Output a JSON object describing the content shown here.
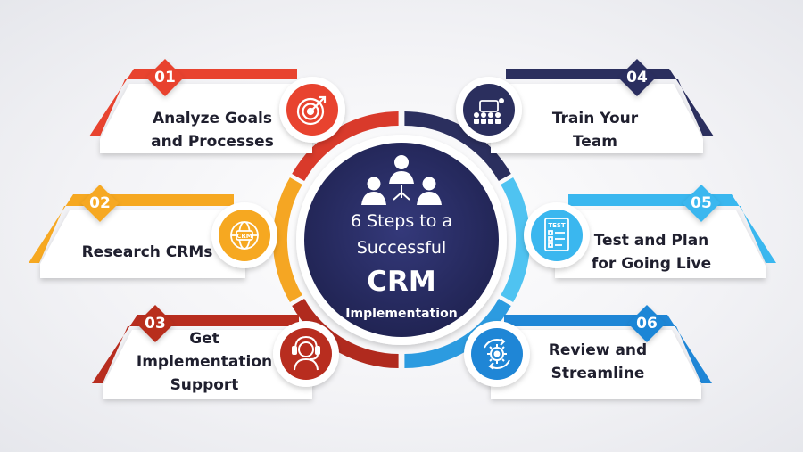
{
  "title": {
    "line1": "6 Steps to a",
    "line2": "Successful",
    "line3": "CRM",
    "line4": "Implementation"
  },
  "colors": {
    "navy": "#2b2f5e",
    "red": "#d93a2b",
    "orange": "#f5a623",
    "crimson": "#b02a1e",
    "blue": "#2c9be0",
    "lightblue": "#4fc3f1"
  },
  "steps": [
    {
      "number": "01",
      "lines": [
        "Analyze Goals",
        "and Processes"
      ],
      "icon": "target-icon",
      "color": "#e8432f"
    },
    {
      "number": "02",
      "lines": [
        "Research CRMs"
      ],
      "icon": "crm-globe-icon",
      "color": "#f6a821"
    },
    {
      "number": "03",
      "lines": [
        "Get",
        "Implementation",
        "Support"
      ],
      "icon": "headset-support-icon",
      "color": "#b82d1f"
    },
    {
      "number": "04",
      "lines": [
        "Train Your",
        "Team"
      ],
      "icon": "team-training-icon",
      "color": "#2b2f5e"
    },
    {
      "number": "05",
      "lines": [
        "Test and Plan",
        "for Going Live"
      ],
      "icon": "test-checklist-icon",
      "color": "#3ab7ef"
    },
    {
      "number": "06",
      "lines": [
        "Review and",
        "Streamline"
      ],
      "icon": "gear-cycle-icon",
      "color": "#1f86d6"
    }
  ]
}
